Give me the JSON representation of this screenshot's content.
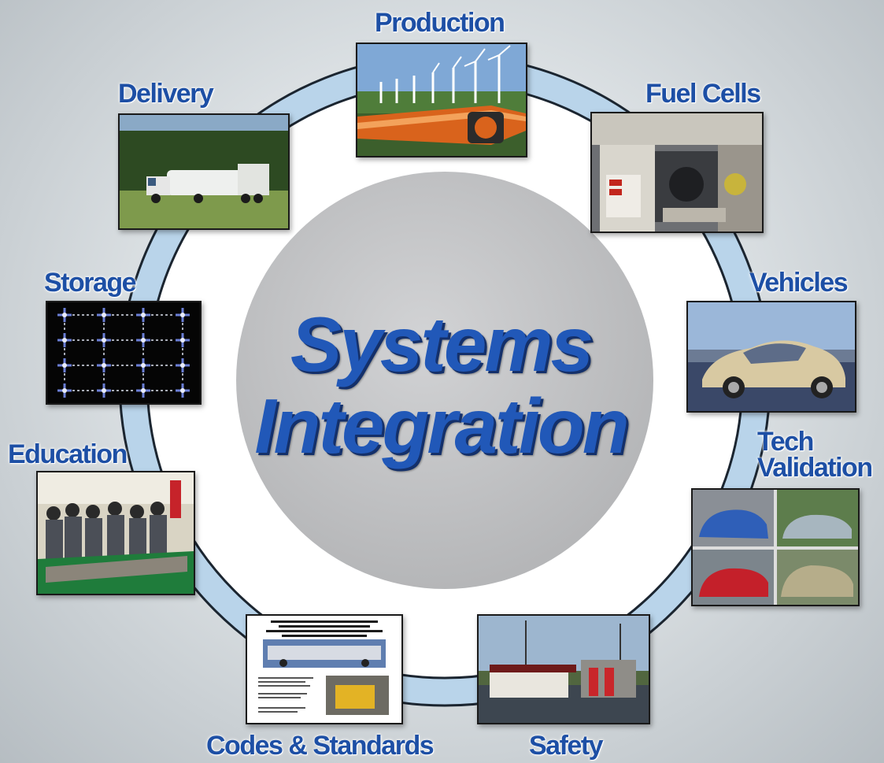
{
  "center": {
    "line1": "Systems",
    "line2": "Integration"
  },
  "nodes": {
    "production": "Production",
    "fuel_cells": "Fuel Cells",
    "vehicles": "Vehicles",
    "tech_validation_line1": "Tech",
    "tech_validation_line2": "Validation",
    "safety": "Safety",
    "codes_standards": "Codes & Standards",
    "education": "Education",
    "storage": "Storage",
    "delivery": "Delivery"
  },
  "colors": {
    "label": "#1d4fa5",
    "center_text": "#2158b8",
    "ring": "#b9d4ea",
    "center_disc": "#c6c7c9"
  }
}
